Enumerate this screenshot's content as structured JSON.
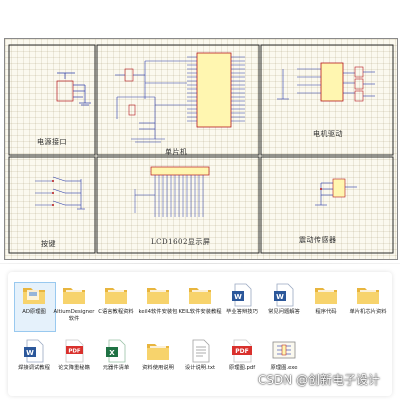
{
  "schematic": {
    "panels": [
      {
        "label": "电源接口"
      },
      {
        "label": "单片机"
      },
      {
        "label": "电机驱动"
      },
      {
        "label": "按键"
      },
      {
        "label": "LCD1602显示屏"
      },
      {
        "label": "震动传感器"
      }
    ],
    "colors": {
      "background": "#fbf9ef",
      "wire": "#2a3aa8",
      "component": "#b5161b",
      "chip_fill": "#fff6b0"
    }
  },
  "file_explorer": {
    "items": [
      {
        "name": "AD原理图",
        "icon": "folder-icon",
        "selected": true
      },
      {
        "name": "AltiumDesigner软件",
        "icon": "folder-icon"
      },
      {
        "name": "C语言教程资料",
        "icon": "folder-icon"
      },
      {
        "name": "keil4软件安装包",
        "icon": "folder-icon"
      },
      {
        "name": "KEIL软件安装教程",
        "icon": "folder-icon"
      },
      {
        "name": "毕业答辩技巧",
        "icon": "word-icon"
      },
      {
        "name": "常见问题解答",
        "icon": "word-icon"
      },
      {
        "name": "程序代码",
        "icon": "folder-icon"
      },
      {
        "name": "单片机芯片资料",
        "icon": "folder-icon"
      },
      {
        "name": "焊接调试教程",
        "icon": "word-icon"
      },
      {
        "name": "论文降重秘籍",
        "icon": "pdf-icon"
      },
      {
        "name": "元器件清单",
        "icon": "excel-icon"
      },
      {
        "name": "资料使用说明",
        "icon": "folder-icon"
      },
      {
        "name": "设计说明.txt",
        "icon": "text-icon"
      },
      {
        "name": "原理图.pdf",
        "icon": "pdf-icon"
      },
      {
        "name": "原理图.exe",
        "icon": "image-icon"
      }
    ]
  },
  "watermark": {
    "text": "CSDN @创新电子设计"
  }
}
